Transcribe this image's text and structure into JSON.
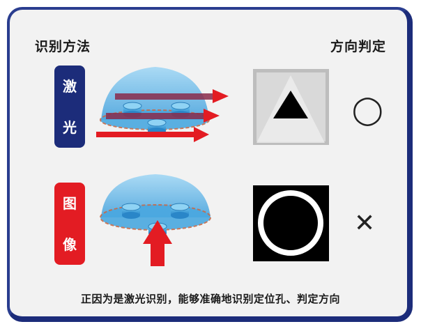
{
  "header": {
    "left_label": "识别方法",
    "right_label": "方向判定"
  },
  "rows": [
    {
      "tag_chars": [
        "激",
        "光"
      ],
      "tag_color": "#1c2c7a",
      "result_icon": "circle-icon",
      "result_symbol": "◯"
    },
    {
      "tag_chars": [
        "图",
        "像"
      ],
      "tag_color": "#e31c23",
      "result_icon": "cross-icon",
      "result_symbol": "✕"
    }
  ],
  "footer": {
    "caption": "正因为是激光识别，能够准确地识别定位孔、判定方向"
  },
  "colors": {
    "border": "#1c2c7a",
    "arrow": "#e31c23",
    "dome": "#5db4e8"
  }
}
